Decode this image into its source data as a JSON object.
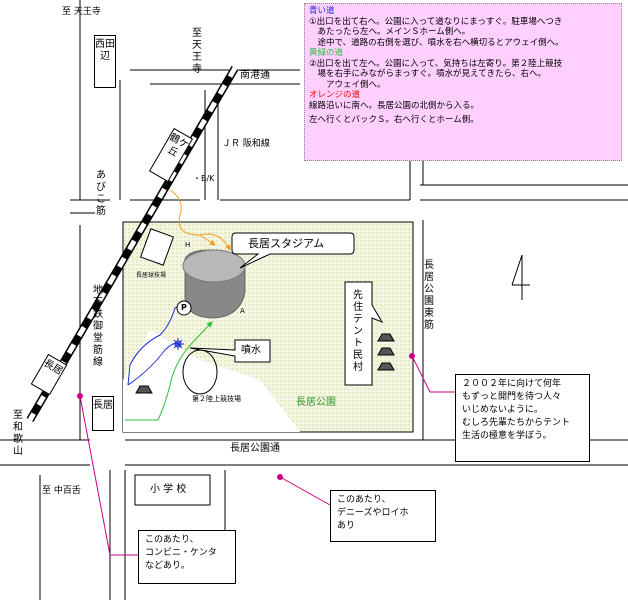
{
  "directions": {
    "to_tennoji_1": "至 天王寺",
    "to_tennoji_2": "至 天王寺",
    "to_wakayama": "至和歌山",
    "to_nakamozu": "至 中百舌"
  },
  "stations": {
    "nishitanabe": "西田辺",
    "tsurugaoka": "鶴ケ丘",
    "nagai_left": "長居",
    "nagai_box": "長居"
  },
  "roads": {
    "nankodori": "南港通",
    "jr_hanwa": "ＪＲ 阪和線",
    "abikosuji": "あびこ筋",
    "subway_midosuji": "地下鉄御堂筋線",
    "nagai_koen_dori": "長居公園通",
    "nagai_koen_higashi": "長居公園東筋"
  },
  "places": {
    "stadium": "長居スタジアム",
    "fountain": "噴水",
    "second_track": "第２陸上競技場",
    "nagai_koen": "長居公園",
    "ball_field": "長居球技場",
    "school": "小 学 校",
    "bk": "・B/K",
    "h_label": "H",
    "a_label": "A",
    "parking": "P",
    "tent_village": "先住テント民村"
  },
  "legend": {
    "blue_title": "青い道",
    "blue_lines": [
      "①出口を出て右へ。公園に入って道なりにまっすぐ。駐車場へつき",
      "　あたったら左へ。メインＳホーム側へ。",
      "　途中で、道路の右側を選び、噴水を右へ横切るとアウェイ側へ。"
    ],
    "green_title": "黄緑の道",
    "green_lines": [
      "②出口を出て左へ。公園に入って、気持ちは左寄り。第２陸上競技",
      "　場を右手にみながらまっすぐ。噴水が見えてきたら、右へ。",
      "　　アウェイ側へ。"
    ],
    "orange_title": "オレンジの道",
    "orange_lines": [
      "線路沿いに南へ。長居公園の北側から入る。",
      "左へ行くとバックＳ。右へ行くとホーム側。"
    ]
  },
  "notes": {
    "tent_note": [
      "２００２年に向けて何年",
      "もずっと開門を待つ人々",
      "いじめないように。",
      "むしろ先輩たちからテント",
      "生活の極意を学ぼう。"
    ],
    "dennys_note": [
      "このあたり、",
      "デニーズやロイホ",
      "あり"
    ],
    "combini_note": [
      "このあたり、",
      "コンビニ・ケンタ",
      "などあり。"
    ]
  },
  "colors": {
    "legend_bg": "#ffd0ff",
    "park_fill": "#f3f5dc",
    "blue_route": "#1a2fd6",
    "green_route": "#2fbf3a",
    "orange_route": "#f0a020",
    "magenta_title": "#ff0000",
    "pointer_magenta": "#cc0088",
    "park_label": "#2a9a2a"
  }
}
